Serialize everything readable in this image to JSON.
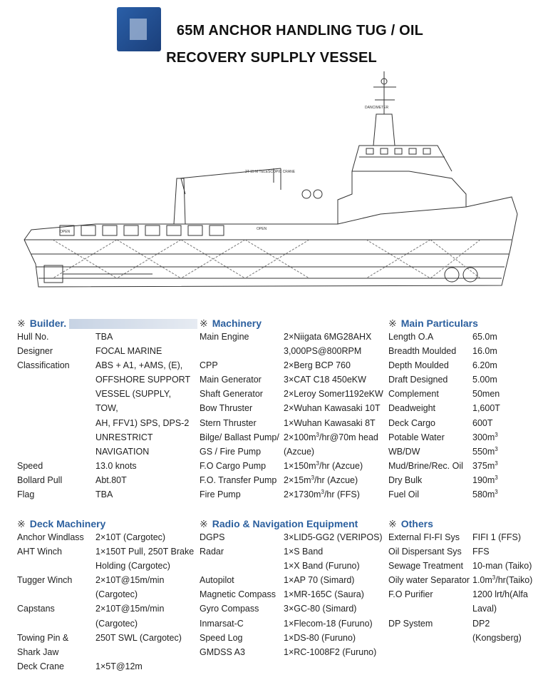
{
  "title_line1": "65M ANCHOR HANDLING TUG / OIL",
  "title_line2": "RECOVERY SUPLPLY VESSEL",
  "drawing_labels": {
    "crane": "2T 15 M TELESCOPIC CRANE",
    "open1": "OPEN",
    "open2": "OPEN",
    "compass": "DANCIMETER"
  },
  "sections": {
    "builder": {
      "marker": "※",
      "title": "Builder.",
      "rows": [
        {
          "label": "Hull No.",
          "value": "TBA"
        },
        {
          "label": "Designer",
          "value": "FOCAL MARINE"
        },
        {
          "label": "Classification",
          "value": "ABS + A1, +AMS, (E),\nOFFSHORE SUPPORT\nVESSEL (SUPPLY, TOW,\nAH, FFV1) SPS, DPS-2\nUNRESTRICT\nNAVIGATION"
        },
        {
          "label": "Speed",
          "value": "13.0 knots"
        },
        {
          "label": "Bollard Pull",
          "value": "Abt.80T"
        },
        {
          "label": "Flag",
          "value": "TBA"
        }
      ]
    },
    "machinery": {
      "marker": "※",
      "title": "Machinery",
      "rows": [
        {
          "label": "Main Engine",
          "value": "2×Niigata 6MG28AHX\n3,000PS@800RPM"
        },
        {
          "label": "CPP",
          "value": "2×Berg BCP 760"
        },
        {
          "label": "Main Generator",
          "value": "3×CAT C18 450eKW"
        },
        {
          "label": "Shaft Generator",
          "value": "2×Leroy Somer1192eKW"
        },
        {
          "label": "Bow Thruster",
          "value": "2×Wuhan Kawasaki 10T"
        },
        {
          "label": "Stern Thruster",
          "value": "1×Wuhan Kawasaki 8T"
        },
        {
          "label": "Bilge/ Ballast Pump/\nGS / Fire Pump",
          "value": "2×100m³/hr@70m head\n(Azcue)"
        },
        {
          "label": "F.O Cargo Pump",
          "value": "1×150m³/hr (Azcue)"
        },
        {
          "label": "F.O. Transfer Pump",
          "value": "2×15m³/hr (Azcue)"
        },
        {
          "label": "Fire Pump",
          "value": "2×1730m³/hr (FFS)"
        }
      ]
    },
    "particulars": {
      "marker": "※",
      "title": "Main Particulars",
      "rows": [
        {
          "label": "Length O.A",
          "value": "65.0m"
        },
        {
          "label": "Breadth Moulded",
          "value": "16.0m"
        },
        {
          "label": "Depth Moulded",
          "value": "6.20m"
        },
        {
          "label": "Draft Designed",
          "value": "5.00m"
        },
        {
          "label": "Complement",
          "value": "50men"
        },
        {
          "label": "Deadweight",
          "value": "1,600T"
        },
        {
          "label": "Deck Cargo",
          "value": "600T"
        },
        {
          "label": "Potable Water",
          "value": "300m³"
        },
        {
          "label": "WB/DW",
          "value": "550m³"
        },
        {
          "label": "Mud/Brine/Rec. Oil",
          "value": "375m³"
        },
        {
          "label": "Dry Bulk",
          "value": "190m³"
        },
        {
          "label": "Fuel Oil",
          "value": "580m³"
        }
      ]
    },
    "deck": {
      "marker": "※",
      "title": "Deck Machinery",
      "rows": [
        {
          "label": "Anchor Windlass",
          "value": "2×10T (Cargotec)"
        },
        {
          "label": "AHT Winch",
          "value": "1×150T Pull, 250T Brake\nHolding (Cargotec)"
        },
        {
          "label": "Tugger Winch",
          "value": "2×10T@15m/min\n(Cargotec)"
        },
        {
          "label": "Capstans",
          "value": "2×10T@15m/min\n(Cargotec)"
        },
        {
          "label": "Towing Pin &\nShark Jaw",
          "value": "250T SWL (Cargotec)"
        },
        {
          "label": "Deck Crane",
          "value": "1×5T@12m"
        }
      ]
    },
    "radio": {
      "marker": "※",
      "title": "Radio & Navigation Equipment",
      "rows": [
        {
          "label": "DGPS",
          "value": "3×LID5-GG2 (VERIPOS)"
        },
        {
          "label": "Radar",
          "value": "1×S Band\n1×X Band (Furuno)"
        },
        {
          "label": "Autopilot",
          "value": "1×AP 70 (Simard)"
        },
        {
          "label": "Magnetic Compass",
          "value": "1×MR-165C (Saura)"
        },
        {
          "label": "Gyro Compass",
          "value": "3×GC-80 (Simard)"
        },
        {
          "label": "Inmarsat-C",
          "value": "1×Flecom-18 (Furuno)"
        },
        {
          "label": "Speed Log",
          "value": "1×DS-80 (Furuno)"
        },
        {
          "label": "GMDSS A3",
          "value": "1×RC-1008F2 (Furuno)"
        }
      ]
    },
    "others": {
      "marker": "※",
      "title": "Others",
      "rows": [
        {
          "label": "External FI-FI Sys",
          "value": "FIFI 1 (FFS)"
        },
        {
          "label": "Oil Dispersant Sys",
          "value": "FFS"
        },
        {
          "label": "Sewage Treatment",
          "value": "10-man (Taiko)"
        },
        {
          "label": "Oily water Separator",
          "value": "1.0m³/hr(Taiko)"
        },
        {
          "label": "F.O Purifier",
          "value": "1200 lrt/h(Alfa\nLaval)"
        },
        {
          "label": "DP System",
          "value": "DP2 (Kongsberg)"
        }
      ]
    }
  }
}
